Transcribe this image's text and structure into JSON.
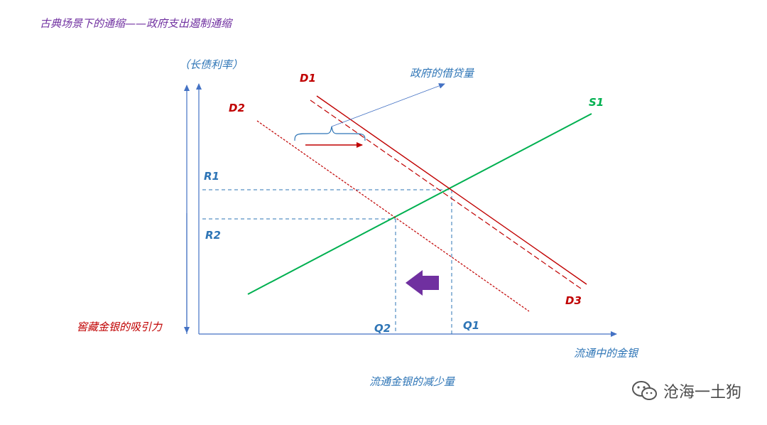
{
  "title": "古典场景下的通缩——政府支出遏制通缩",
  "colors": {
    "title": "#7030a0",
    "axis_label": "#2e75b6",
    "demand": "#c00000",
    "supply": "#00b050",
    "axis": "#4472c4",
    "arrow": "#7030a0"
  },
  "labels": {
    "y_axis_top": "（长债利率）",
    "y_axis_bottom": "窖藏金银的吸引力",
    "x_axis": "流通中的金银",
    "bottom_caption": "流通金银的减少量",
    "gov_borrow": "政府的借贷量",
    "D1": "D1",
    "D2": "D2",
    "D3": "D3",
    "S1": "S1",
    "R1": "R1",
    "R2": "R2",
    "Q1": "Q1",
    "Q2": "Q2"
  },
  "watermark": "沧海一土狗",
  "icons": [
    "purple-left-arrow-icon",
    "wechat-logo-icon"
  ]
}
